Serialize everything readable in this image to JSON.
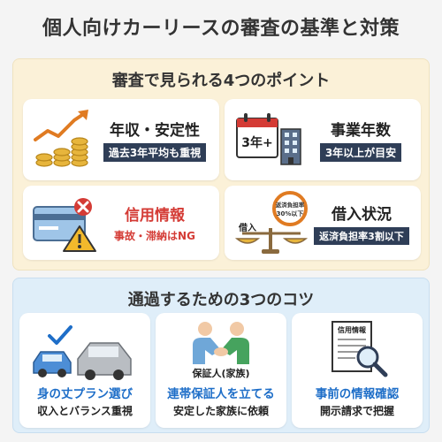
{
  "title": "個人向けカーリースの審査の基準と対策",
  "points": {
    "title": "審査で見られる4つのポイント",
    "cards": [
      {
        "head": "年収・安定性",
        "sub": "過去3年平均も重視",
        "icon": "coin-stack-growth-icon"
      },
      {
        "head": "事業年数",
        "sub": "3年以上が目安",
        "icon": "calendar-building-icon",
        "icon_text": "3年+"
      },
      {
        "head": "信用情報",
        "sub": "事故・滞納はNG",
        "icon": "credit-card-warning-icon",
        "head_color": "#d43b35"
      },
      {
        "head": "借入状況",
        "sub": "返済負担率3割以下",
        "icon": "balance-scale-icon",
        "scale_label": "借入",
        "gauge_label_1": "返済負担率",
        "gauge_label_2": "30%以下"
      }
    ]
  },
  "tips": {
    "title": "通過するための3つのコツ",
    "cards": [
      {
        "head": "身の丈プラン選び",
        "sub": "収入とバランス重視",
        "icon": "cars-checkmark-icon"
      },
      {
        "head": "連帯保証人を立てる",
        "sub": "安定した家族に依頼",
        "icon": "handshake-icon",
        "icon_label": "保証人(家族)"
      },
      {
        "head": "事前の情報確認",
        "sub": "開示請求で把握",
        "icon": "document-magnifier-icon",
        "doc_label": "信用情報"
      }
    ]
  },
  "colors": {
    "accent_blue": "#1e6ec8",
    "alert_red": "#d43b35",
    "label_navy": "#2f3e57",
    "top_panel": "#fbf1d8",
    "bottom_panel": "#dfeef9"
  }
}
